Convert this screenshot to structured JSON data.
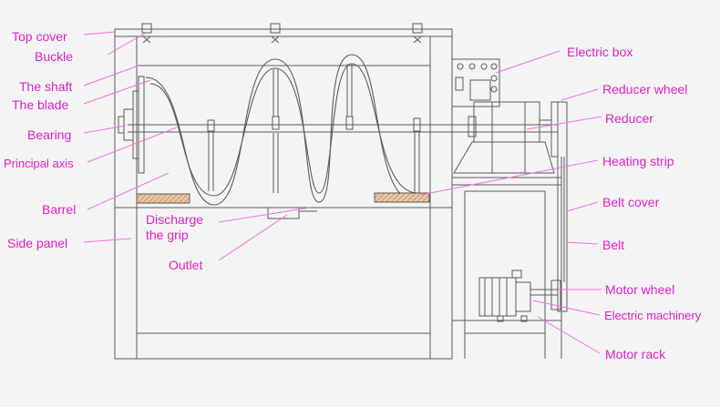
{
  "colors": {
    "label": "#e020c8",
    "leader": "#f070e0",
    "line": "#5a5a5a",
    "hatch": "#c98050",
    "background": "#f4f4f4"
  },
  "labels": {
    "top_cover": "Top cover",
    "buckle": "Buckle",
    "the_shaft": "The shaft",
    "the_blade": "The blade",
    "bearing": "Bearing",
    "principal_axis": "Principal axis",
    "barrel": "Barrel",
    "side_panel": "Side panel",
    "discharge_line1": "Discharge",
    "discharge_line2": "the grip",
    "outlet": "Outlet",
    "electric_box": "Electric box",
    "reducer_wheel": "Reducer wheel",
    "reducer": "Reducer",
    "heating_strip": "Heating strip",
    "belt_cover": "Belt cover",
    "belt": "Belt",
    "motor_wheel": "Motor wheel",
    "electric_machinery": "Electric machinery",
    "motor_rack": "Motor rack"
  }
}
